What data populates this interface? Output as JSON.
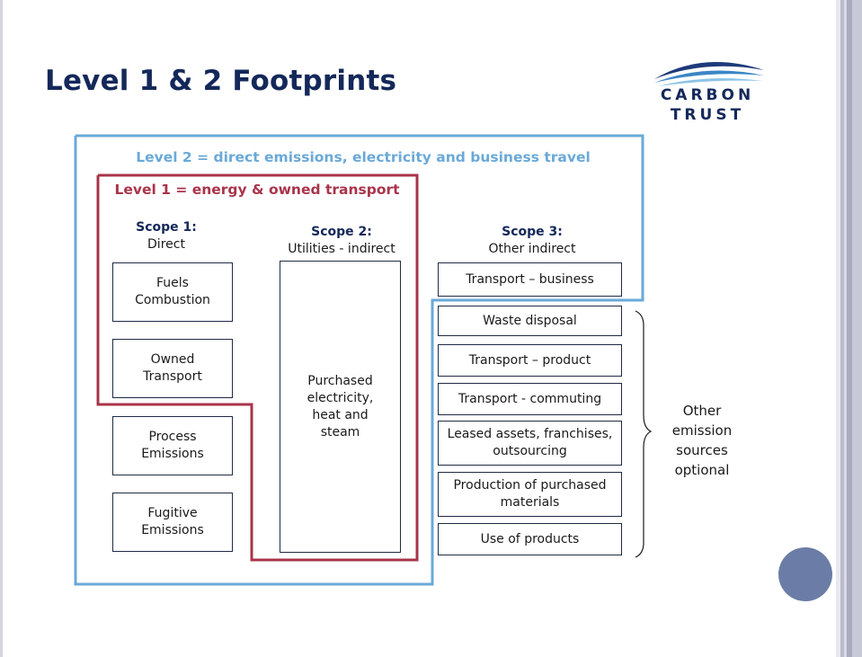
{
  "slide": {
    "title": "Level 1 & 2 Footprints",
    "logo": {
      "line1": "CARBON",
      "line2": "TRUST"
    }
  },
  "diagram": {
    "level2_label": "Level 2 = direct emissions, electricity and business travel",
    "level1_label": "Level 1 = energy & owned transport",
    "scope1": {
      "title": "Scope 1:",
      "subtitle": "Direct",
      "items": [
        "Fuels Combustion",
        "Owned Transport",
        "Process Emissions",
        "Fugitive Emissions"
      ]
    },
    "scope2": {
      "title": "Scope 2:",
      "subtitle": "Utilities - indirect",
      "item": "Purchased electricity, heat and steam"
    },
    "scope3": {
      "title": "Scope 3:",
      "subtitle": "Other indirect",
      "business_item": "Transport – business",
      "items": [
        "Waste disposal",
        "Transport – product",
        "Transport - commuting",
        "Leased assets, franchises, outsourcing",
        "Production of purchased materials",
        "Use of products"
      ],
      "brace_note": "Other emission sources optional"
    },
    "colors": {
      "level2": "#6aa9d8",
      "level1": "#a8344a",
      "title": "#14285a",
      "accent_circle": "#6b7da6"
    }
  }
}
